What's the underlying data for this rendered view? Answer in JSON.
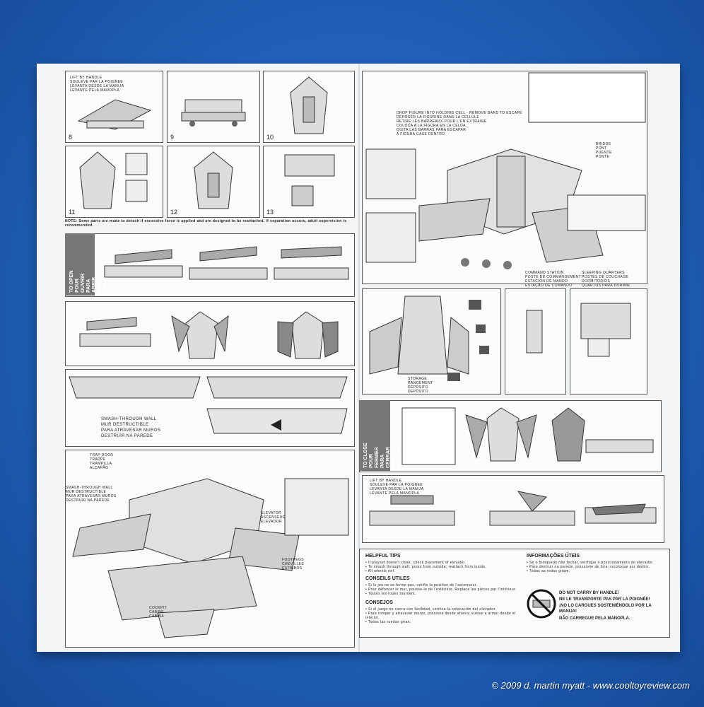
{
  "sheet": {
    "left": {
      "steps": [
        "8",
        "9",
        "10",
        "11",
        "12",
        "13"
      ],
      "note": "NOTE: Some parts are made to detach if excessive force is applied and are designed to be reattached. If separation occurs, adult supervision is recommended.",
      "open_tab": "TO OPEN\nPOUR OUVRIR\nPARA ABRIR\nPARA ABRIR",
      "smash_wall": "SMASH-THROUGH WALL\nMUR DESTRUCTIBLE\nPARA ATRAVESAR MUROS\nDESTRUIR NA PAREDE",
      "trap_door": "TRAP DOOR\nTRAPPE\nTRAMPILLA\nALÇAPÃO",
      "smash_wall_2": "SMASH-THROUGH WALL\nMUR DESTRUCTIBLE\nPARA ATRAVESAR MUROS\nDESTRUIR NA PAREDE",
      "elevator": "ELEVATOR\nASCENSEUR\nELEVADOR",
      "footpegs": "FOOTPEGS\nCHEVILLES\nESTRIBOS",
      "cockpit": "COCKPIT\nCABINE\nCABINA",
      "lift_handle": "LIFT BY HANDLE\nSOULEVE PAR LA POIGNEE\nLEVANTA DESDE LA MANIJA\nLEVANTE PELA MANOPLA"
    },
    "right": {
      "drop_figure": "DROP FIGURE INTO HOLDING CELL - REMOVE BARS TO ESCAPE\nDÉPOSER LA FIGURINE DANS LA CELLULE\nRETIRE LES BARREAUX POUR L'EN EXTRAIRE\nCOLOCA A LA FIGURA EN LA CELDA.\nQUITA LAS BARRAS PARA ESCAPAR\nA FIGURA CASE DENTRO",
      "bridge": "BRIDGE\nPONT\nPUENTE\nPONTE",
      "command_station": "COMMAND STATION\nPOSTE DE COMMANDEMENT\nESTACIÓN DE MANDO\nESTAÇÃO DE COMANDO",
      "sleeping_quarters": "SLEEPING QUARTERS\nPOSTES DE COUCHAGE\nDORMITORIOS\nQUARTOS PARA DORMIR",
      "storage": "STORAGE\nRANGEMENT\nDEPÓSITO\nDEPÓSITO",
      "close_tab": "TO CLOSE\nPOUR FERMER\nPARA CERRAR\nPARA FECHAR",
      "lift_handle": "LIFT BY HANDLE\nSOULEVE PAR LA POIGNEE\nLEVANTA DESDE LA MANIJA\nLEVANTE PELA MANOPLA",
      "helpful_tips": "HELPFUL TIPS",
      "tips_en": "• If playset doesn't close, check placement of elevator.\n• To smash through wall, press from outside; reattach from inside.\n• All wheels roll.",
      "conseils": "CONSEILS UTILES",
      "tips_fr": "• Si le jeu ne se ferme pas, vérifie la position de l'ascenseur.\n• Pour défoncer le mur, pousse-le de l'extérieur. Replace les pièces par l'intérieur.\n• Toutes les roues tournent.",
      "consejos": "CONSEJOS",
      "tips_es": "• Si el juego no cierra con facilidad, verifica la colocación del elevador.\n• Para romper y atravesar muros, presiona desde afuera; vuelve a armar desde el interior.\n• Todas las ruedas giran.",
      "informacoes": "INFORMAÇÕES ÚTEIS",
      "tips_pt": "• Se o brinquedo não fechar, verifique o posicionamento do elevador.\n• Para destruir na parede, pressione de fora; recoloque por dentro.\n• Todas as rodas giram.",
      "warning_en": "DO NOT CARRY BY HANDLE!",
      "warning_fr": "NE LE TRANSPORTE PAS PAR LA POIGNÉE!",
      "warning_es": "¡NO LO CARGUES SOSTENIÉNDOLO POR LA MANIJA!",
      "warning_pt": "NÃO CARREGUE PELA MANOPLA."
    }
  },
  "credit": "© 2009 d. martin myatt - www.cooltoyreview.com",
  "colors": {
    "background": "#1f5eb6",
    "paper": "#f3f4f6",
    "ink": "#222222",
    "tab": "#777777"
  }
}
